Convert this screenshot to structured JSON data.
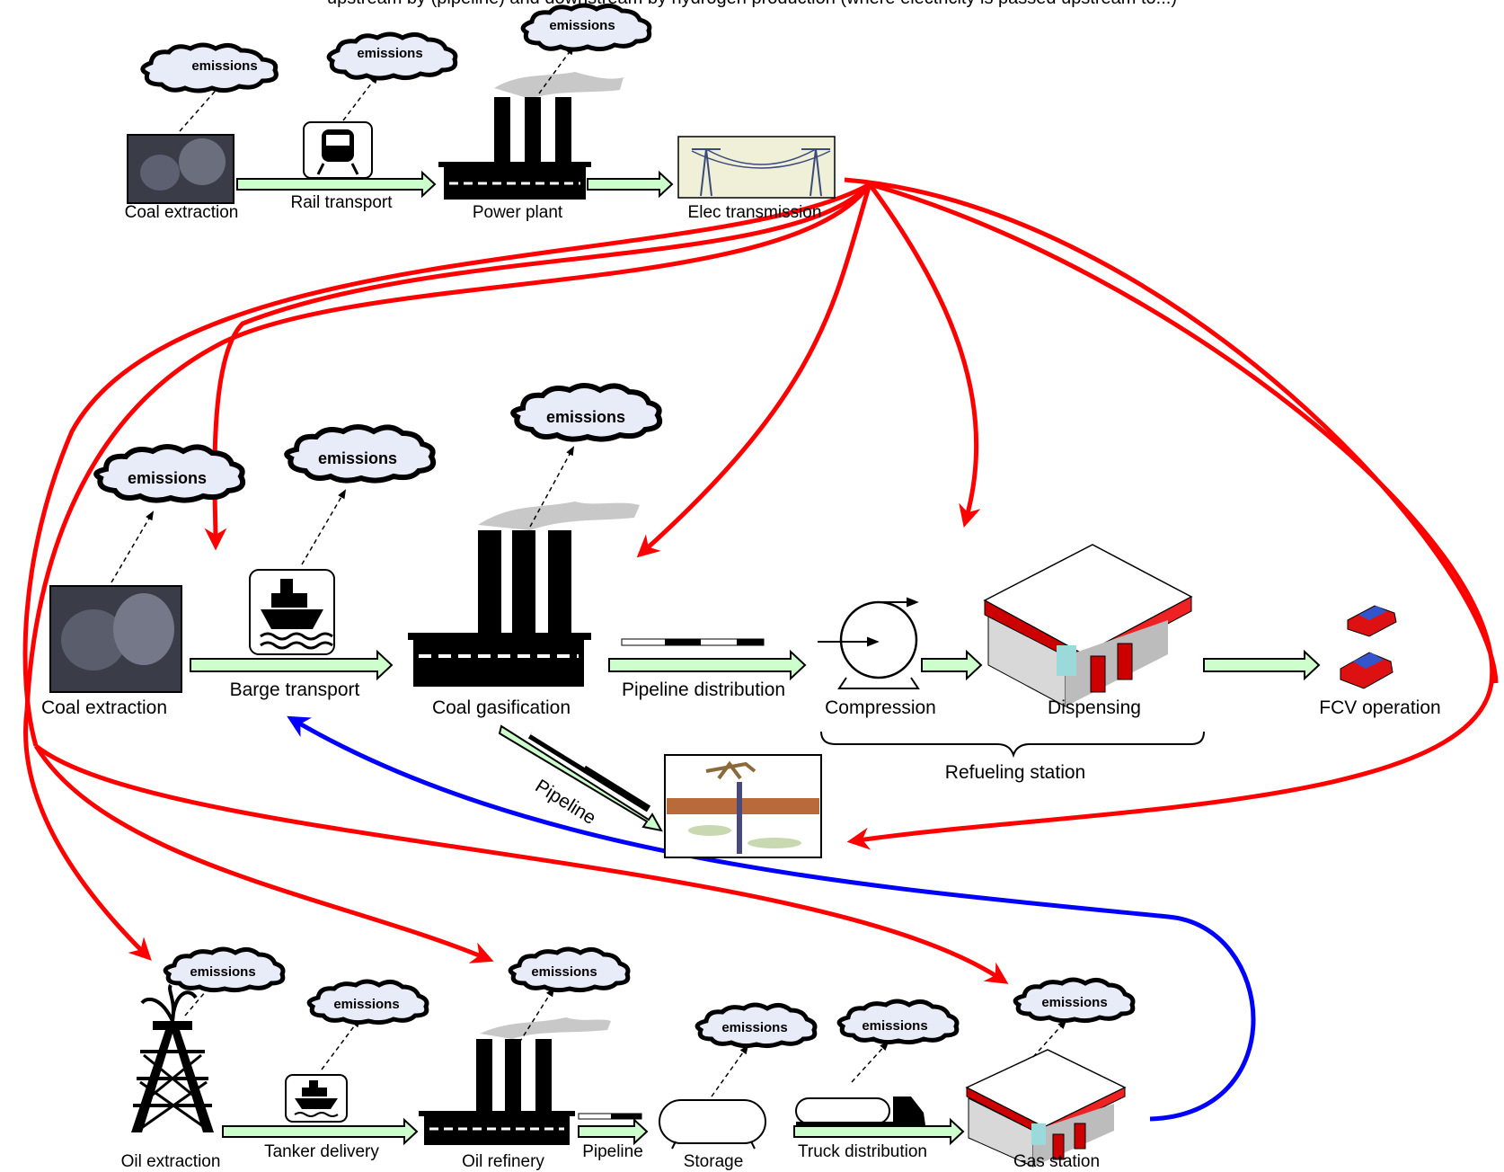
{
  "header_text": "upstream by (pipeline) and downstream by hydrogen production (where electricity is passed upstream to...)",
  "emission_label": "emissions",
  "rows": {
    "top": {
      "coal_extraction": "Coal extraction",
      "rail_transport": "Rail transport",
      "power_plant": "Power plant",
      "elec_transmission": "Elec transmission"
    },
    "middle": {
      "coal_extraction": "Coal extraction",
      "barge_transport": "Barge transport",
      "coal_gasification": "Coal gasification",
      "pipeline_distribution": "Pipeline distribution",
      "compression": "Compression",
      "dispensing": "Dispensing",
      "fcv_operation": "FCV operation",
      "refueling_station": "Refueling station",
      "pipeline": "Pipeline"
    },
    "bottom": {
      "oil_extraction": "Oil extraction",
      "tanker_delivery": "Tanker delivery",
      "oil_refinery": "Oil refinery",
      "pipeline": "Pipeline",
      "storage": "Storage",
      "truck_distribution": "Truck distribution",
      "gas_station": "Gas station"
    }
  },
  "colors": {
    "process_arrow_fill": "#ccffcc",
    "process_arrow_stroke": "#000000",
    "electricity_flow": "#ff0000",
    "fuel_flow": "#0000ff",
    "cloud_fill": "#e8ecf8",
    "factory": "#000000",
    "smoke": "#c8c8c8",
    "station_roof": "#cc0000"
  }
}
